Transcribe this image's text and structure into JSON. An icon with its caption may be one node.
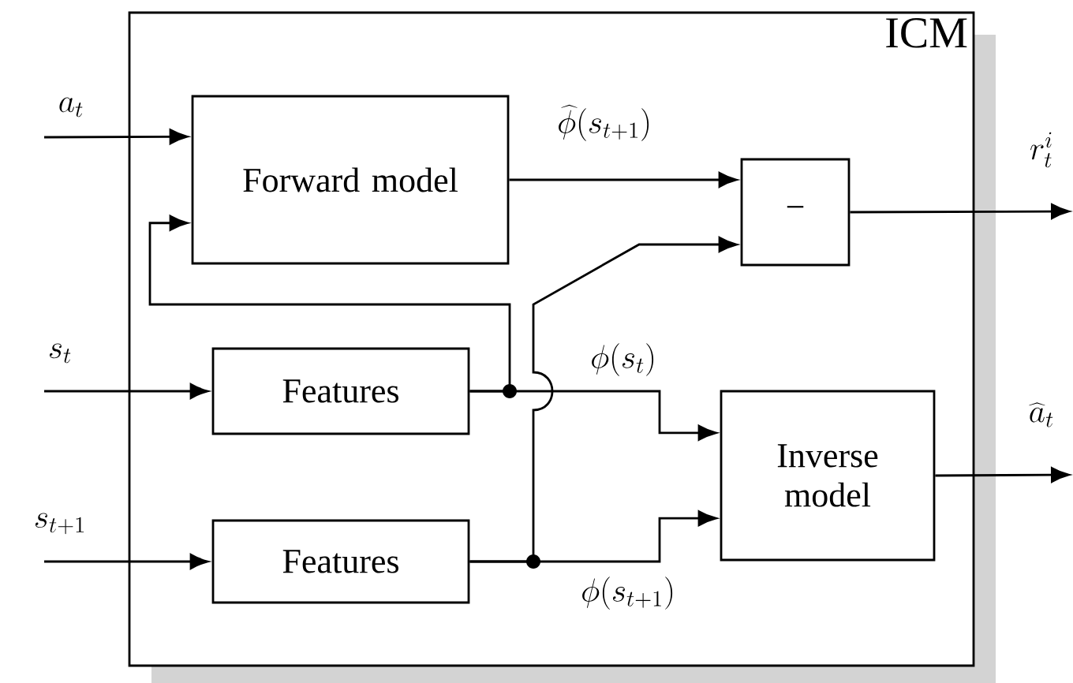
{
  "diagram": {
    "nodes": [
      {
        "text": [
          "ICM"
        ]
      },
      {
        "text": [
          "Forward model"
        ],
        "in": 0
      },
      {
        "text": [
          "−"
        ],
        "in": 0
      },
      {
        "text": [
          "Features"
        ],
        "in": 0
      },
      {
        "text": [
          "Features"
        ],
        "in": 0
      },
      {
        "text": [
          "Inverse model"
        ],
        "in": 0
      }
    ],
    "edges": [
      {
        "from": null,
        "to": 1,
        "arrow": "to",
        "label": "a_t"
      },
      {
        "from": null,
        "to": 3,
        "arrow": "to",
        "label": "s_t"
      },
      {
        "from": null,
        "to": 4,
        "arrow": "to",
        "label": "s_{t+1}"
      },
      {
        "from": 1,
        "to": 2,
        "arrow": "to",
        "label": "\\widehat{\\phi}(s_{t+1})"
      },
      {
        "from": 3,
        "to": 1,
        "arrow": "to"
      },
      {
        "from": 3,
        "to": 5,
        "arrow": "to",
        "label": "\\phi(s_t)"
      },
      {
        "from": 4,
        "to": 2,
        "arrow": "to"
      },
      {
        "from": 4,
        "to": 5,
        "arrow": "to",
        "label": "\\phi(s_{t+1})"
      },
      {
        "from": 2,
        "to": null,
        "arrow": "to",
        "label": "r_t^i"
      },
      {
        "from": 5,
        "to": null,
        "arrow": "to",
        "label": "\\widehat{a}_t"
      }
    ]
  }
}
